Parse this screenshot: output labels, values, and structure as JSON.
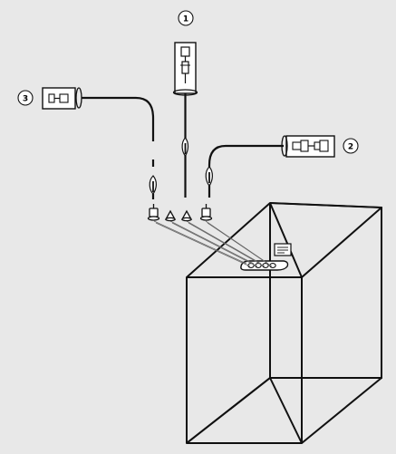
{
  "diagram": {
    "callouts": [
      "1",
      "2",
      "3"
    ]
  },
  "colors": {
    "background": "#e8e8e8",
    "line": "#111111",
    "panel": "#ffffff",
    "guide": "#666666"
  }
}
